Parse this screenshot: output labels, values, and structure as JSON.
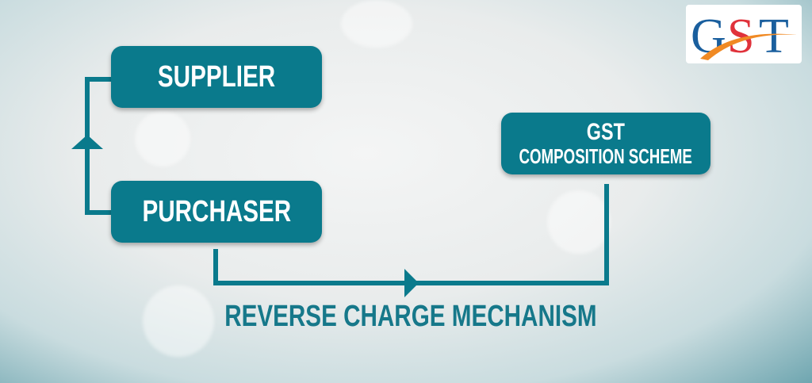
{
  "logo": {
    "text": "GST",
    "colors": {
      "g": "#1a5f9e",
      "s": "#e0323b",
      "t": "#1a5f9e",
      "swoosh": "#f08a24"
    }
  },
  "nodes": {
    "supplier": "SUPPLIER",
    "purchaser": "PURCHASER",
    "gst_title": "GST",
    "gst_subtitle": "COMPOSITION SCHEME"
  },
  "caption": "REVERSE CHARGE MECHANISM",
  "colors": {
    "accent": "#0a7a8c"
  }
}
